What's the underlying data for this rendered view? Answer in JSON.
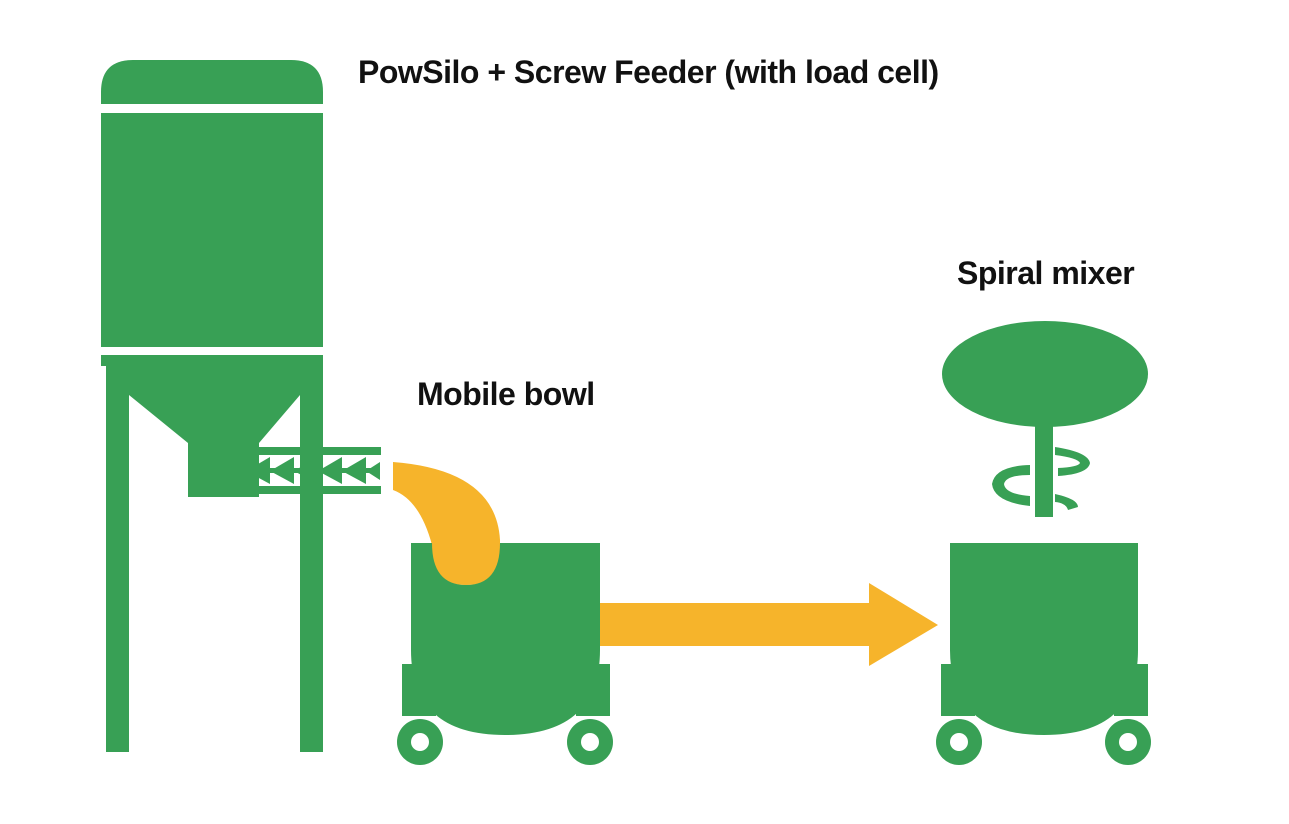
{
  "labels": {
    "silo": "PowSilo + Screw Feeder (with load cell)",
    "bowl": "Mobile bowl",
    "mixer": "Spiral mixer"
  },
  "colors": {
    "equipment": "#38a055",
    "flow": "#f6b42b",
    "background": "#ffffff",
    "text": "#111111"
  }
}
